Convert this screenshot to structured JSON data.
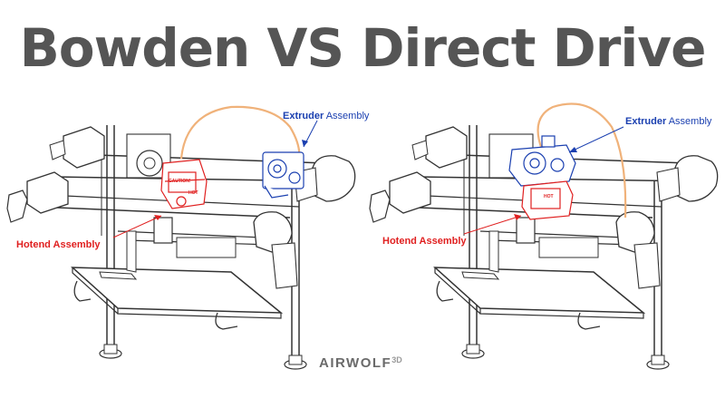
{
  "title": "Bowden VS Direct Drive",
  "left_diagram": {
    "extruder_label_bold": "Extruder",
    "extruder_label_rest": "Assembly",
    "hotend_label": "Hotend Assembly",
    "part_text_1": "CAUTION!",
    "part_text_2": "HOT"
  },
  "right_diagram": {
    "extruder_label_bold": "Extruder",
    "extruder_label_rest": "Assembly",
    "hotend_label": "Hotend Assembly",
    "part_text_2": "HOT"
  },
  "logo": {
    "text": "AIRWOLF",
    "suffix": "3D"
  },
  "colors": {
    "title": "#555555",
    "extruder_blue": "#1a3fb0",
    "hotend_red": "#e02020",
    "filament_orange": "#f0b27a",
    "line": "#333333"
  }
}
